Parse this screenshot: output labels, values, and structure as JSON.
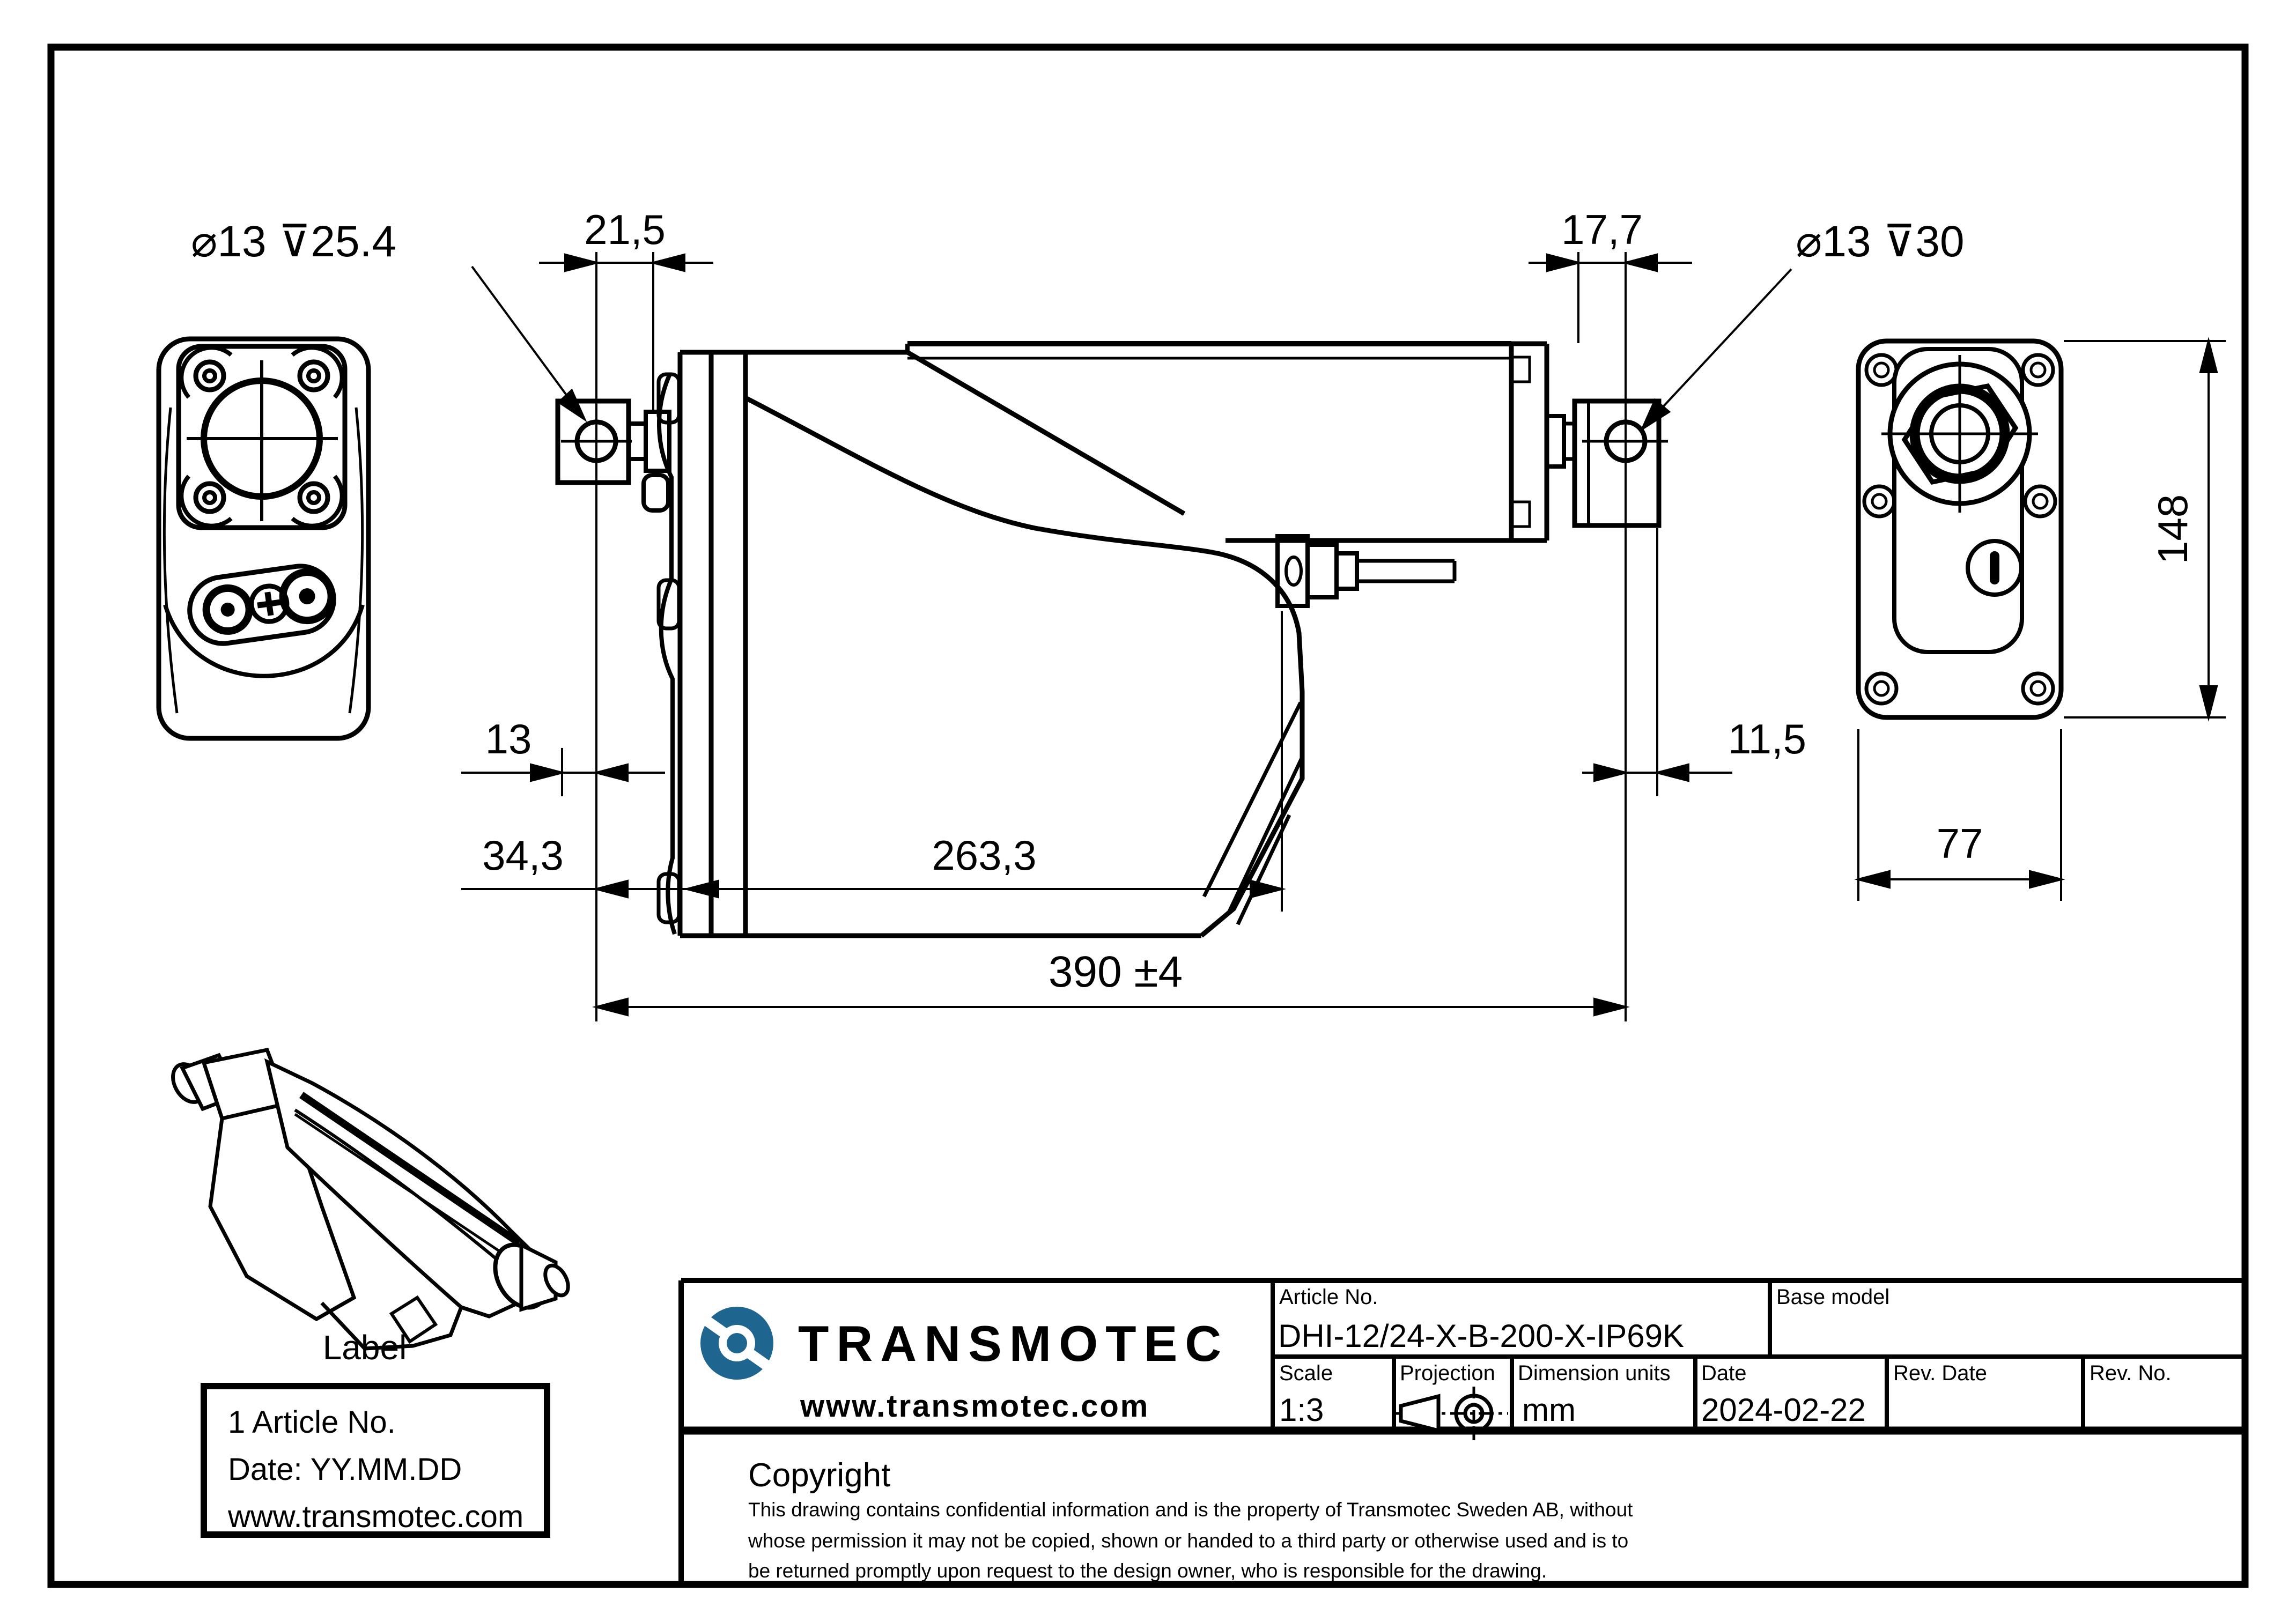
{
  "dims": {
    "front_hole": "⌀13 ⊽25.4",
    "front_pin_offset": "21,5",
    "rear_pin_offset": "17,7",
    "rear_hole": "⌀13 ⊽30",
    "front_block": "13",
    "front_section": "34,3",
    "housing_length": "263,3",
    "overall_length": "390 ±4",
    "rear_block": "11,5",
    "body_height": "148",
    "body_width": "77"
  },
  "iso": {
    "caption": "Label"
  },
  "label_box": {
    "line1": "1 Article No.",
    "line2": "Date: YY.MM.DD",
    "line3": "www.transmotec.com"
  },
  "title_block": {
    "logo": {
      "brand": "TRANSMOTEC",
      "website": "www.transmotec.com"
    },
    "article": {
      "label": "Article No.",
      "value": "DHI-12/24-X-B-200-X-IP69K"
    },
    "base_model": {
      "label": "Base model",
      "value": ""
    },
    "scale": {
      "label": "Scale",
      "value": "1:3"
    },
    "projection": {
      "label": "Projection"
    },
    "units": {
      "label": "Dimension units",
      "value": "mm"
    },
    "date": {
      "label": "Date",
      "value": "2024-02-22"
    },
    "rev_date": {
      "label": "Rev. Date",
      "value": ""
    },
    "rev_no": {
      "label": "Rev. No.",
      "value": ""
    },
    "copyright": {
      "heading": "Copyright",
      "line1": "This drawing contains confidential information and is the property of Transmotec Sweden AB, without",
      "line2": "whose permission it may not be copied, shown or handed to a third party or otherwise used and is to",
      "line3": "be returned promptly upon request to the design owner, who is responsible for the drawing."
    }
  },
  "colors": {
    "accent_blue": "#1e6590",
    "brand_gray": "#3a3a3a",
    "muted_gray": "#8e8e8e",
    "copyright_red": "#fe0000",
    "line_black": "#000000"
  }
}
